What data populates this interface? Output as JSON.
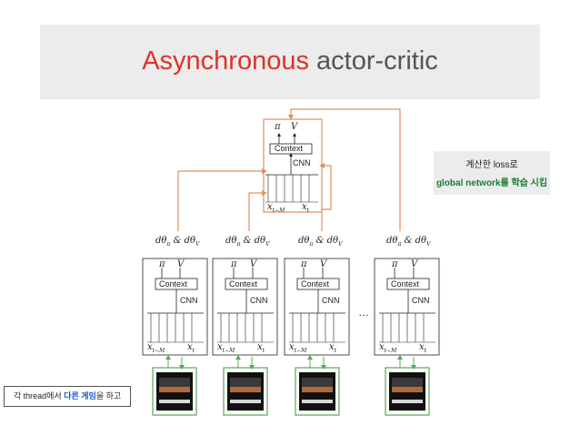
{
  "title": {
    "accent": "Asynchronous",
    "rest": " actor-critic"
  },
  "global_net": {
    "pi": "π",
    "v": "V",
    "context": "Context",
    "cnn": "CNN",
    "x_first": "x",
    "x_first_sub": "t−M",
    "x_last": "x",
    "x_last_sub": "t"
  },
  "worker_net": {
    "pi": "π",
    "v": "V",
    "context": "Context",
    "cnn": "CNN",
    "x_first": "x",
    "x_first_sub": "t−M",
    "x_last": "x",
    "x_last_sub": "t"
  },
  "gradient_label": "dθ",
  "gradient_label_pi_sub": "π",
  "gradient_label_amp": " & dθ",
  "gradient_label_v_sub": "V",
  "ellipsis": "…",
  "note": {
    "line1": "계산한 loss로",
    "line2_part1": "global network",
    "line2_part2": "를 학습 시킴"
  },
  "caption": {
    "part1": "각 thread에서 ",
    "part2": "다른 게임",
    "part3": "을 하고"
  },
  "colors": {
    "accent": "#e0322a",
    "orange": "#e0905a",
    "green": "#5aa55a",
    "highlight_blue": "#1a55c4",
    "highlight_green": "#1a7f2e"
  }
}
